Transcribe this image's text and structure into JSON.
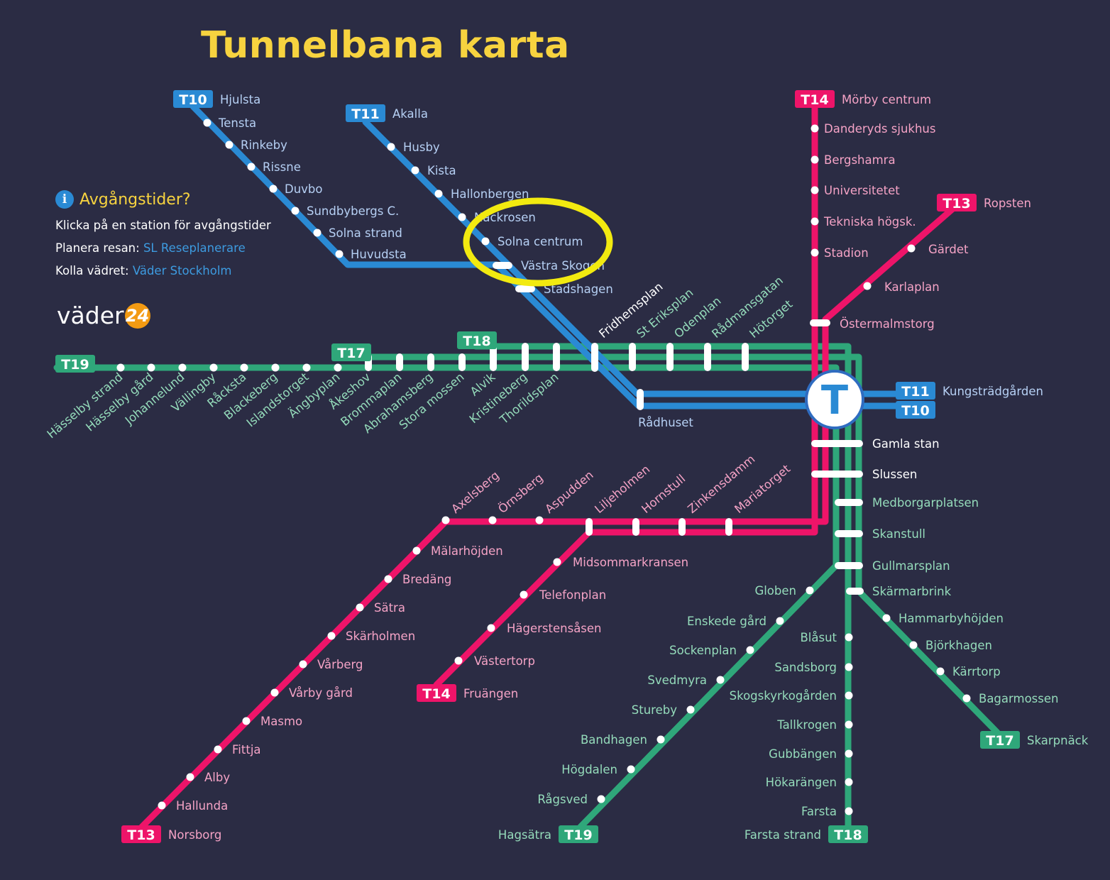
{
  "title": "Tunnelbana karta",
  "info": {
    "heading": "Avgångstider?",
    "line1": "Klicka på en station för avgångstider",
    "plan_label": "Planera resan:",
    "plan_link": "SL Reseplanerare",
    "weather_label": "Kolla vädret:",
    "weather_link": "Väder Stockholm"
  },
  "logo": {
    "text": "väder",
    "number": "24"
  },
  "hub_label": "T",
  "colors": {
    "blue": "#2a8ad4",
    "pink": "#ee1469",
    "green": "#2fa77a",
    "highlight": "#f2ea10",
    "background": "#2b2c44"
  },
  "terminals": [
    {
      "line": "T10",
      "station": "Hjulsta",
      "color": "blue"
    },
    {
      "line": "T11",
      "station": "Akalla",
      "color": "blue"
    },
    {
      "line": "T14",
      "station": "Mörby centrum",
      "color": "pink"
    },
    {
      "line": "T13",
      "station": "Ropsten",
      "color": "pink"
    },
    {
      "line": "T19",
      "station": "",
      "color": "green"
    },
    {
      "line": "T17",
      "station": "",
      "color": "green"
    },
    {
      "line": "T18",
      "station": "",
      "color": "green"
    },
    {
      "line": "T11",
      "station": "Kungsträdgården",
      "color": "blue"
    },
    {
      "line": "T10",
      "station": "",
      "color": "blue"
    },
    {
      "line": "T13",
      "station": "Norsborg",
      "color": "pink"
    },
    {
      "line": "T14",
      "station": "Fruängen",
      "color": "pink"
    },
    {
      "line": "T19",
      "station": "Hagsätra",
      "color": "green"
    },
    {
      "line": "T18",
      "station": "Farsta strand",
      "color": "green"
    },
    {
      "line": "T17",
      "station": "Skarpnäck",
      "color": "green"
    }
  ],
  "stations": {
    "t10": [
      "Tensta",
      "Rinkeby",
      "Rissne",
      "Duvbo",
      "Sundbybergs C.",
      "Solna strand",
      "Huvudsta"
    ],
    "t11": [
      "Husby",
      "Kista",
      "Hallonbergen",
      "Näckrosen",
      "Solna centrum",
      "Västra Skogen",
      "Stadshagen"
    ],
    "green_west": [
      "Hässelby strand",
      "Hässelby gård",
      "Johannelund",
      "Vällingby",
      "Råcksta",
      "Blackeberg",
      "Islandstorget",
      "Ängbyplan",
      "Åkeshov",
      "Brommaplan",
      "Abrahamsberg",
      "Stora mossen",
      "Alvik",
      "Kristineberg",
      "Thorildsplan"
    ],
    "green_city": [
      "Fridhemsplan",
      "St Eriksplan",
      "Odenplan",
      "Rådmansgatan",
      "Hötorget"
    ],
    "t14_north": [
      "Danderyds sjukhus",
      "Bergshamra",
      "Universitetet",
      "Tekniska högsk.",
      "Stadion"
    ],
    "t13_north": [
      "Gärdet",
      "Karlaplan"
    ],
    "central": [
      "Östermalmstorg",
      "Rådhuset",
      "Gamla stan",
      "Slussen",
      "Medborgarplatsen",
      "Skanstull",
      "Gullmarsplan",
      "Skärmarbrink"
    ],
    "t13_south": [
      "Axelsberg",
      "Örnsberg",
      "Aspudden",
      "Liljeholmen",
      "Hornstull",
      "Zinkensdamm",
      "Mariatorget"
    ],
    "t13_sw": [
      "Mälarhöjden",
      "Bredäng",
      "Sätra",
      "Skärholmen",
      "Vårberg",
      "Vårby gård",
      "Masmo",
      "Fittja",
      "Alby",
      "Hallunda"
    ],
    "t14_south": [
      "Midsommarkransen",
      "Telefonplan",
      "Hägerstensåsen",
      "Västertorp"
    ],
    "t19_south": [
      "Globen",
      "Enskede gård",
      "Sockenplan",
      "Svedmyra",
      "Stureby",
      "Bandhagen",
      "Högdalen",
      "Rågsved"
    ],
    "t18_south": [
      "Blåsut",
      "Sandsborg",
      "Skogskyrkogården",
      "Tallkrogen",
      "Gubbängen",
      "Hökarängen",
      "Farsta"
    ],
    "t17_south": [
      "Hammarbyhöjden",
      "Björkhagen",
      "Kärrtorp",
      "Bagarmossen"
    ]
  }
}
